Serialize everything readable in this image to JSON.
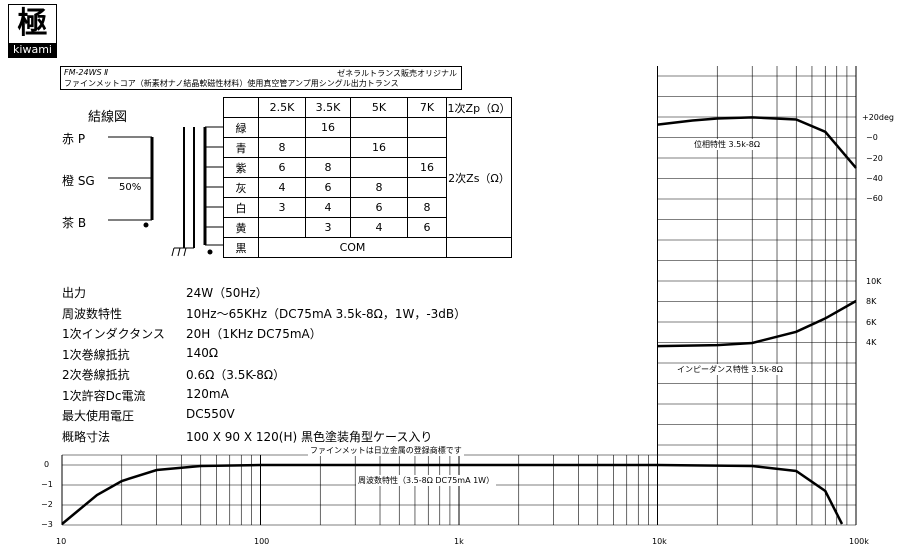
{
  "logo": {
    "kanji": "極",
    "text": "kiwami"
  },
  "header": {
    "model": "FM-24WS Ⅱ",
    "maker": "ゼネラルトランス販売オリジナル",
    "description": "ファインメットコア（新素材ナノ結晶軟磁性材料）使用真空管アンプ用シングル出力トランス"
  },
  "wiring": {
    "title": "結線図",
    "primary_labels": [
      "赤 P",
      "橙 SG",
      "茶 B"
    ],
    "tap": "50%"
  },
  "winding_table": {
    "headers": [
      "",
      "2.5K",
      "3.5K",
      "5K",
      "7K",
      "1次Zp（Ω）"
    ],
    "rows": [
      [
        "緑",
        "",
        "16",
        "",
        ""
      ],
      [
        "青",
        "8",
        "",
        "16",
        ""
      ],
      [
        "紫",
        "6",
        "8",
        "",
        "16"
      ],
      [
        "灰",
        "4",
        "6",
        "8",
        ""
      ],
      [
        "白",
        "3",
        "4",
        "6",
        "8"
      ],
      [
        "黄",
        "",
        "3",
        "4",
        "6"
      ],
      [
        "黒",
        "COM"
      ]
    ],
    "secondary_label": "2次Zs（Ω）"
  },
  "specs": [
    {
      "label": "出力",
      "value": "24W（50Hz）"
    },
    {
      "label": "周波数特性",
      "value": "10Hz～65KHz（DC75mA  3.5k-8Ω，1W，-3dB）"
    },
    {
      "label": "1次インダクタンス",
      "value": "20H（1KHz  DC75mA）"
    },
    {
      "label": "1次巻線抵抗",
      "value": "140Ω"
    },
    {
      "label": "2次巻線抵抗",
      "value": "0.6Ω（3.5K-8Ω）"
    },
    {
      "label": "1次許容Dc電流",
      "value": "120mA"
    },
    {
      "label": "最大使用電圧",
      "value": "DC550V"
    },
    {
      "label": "概略寸法",
      "value": "100 X 90 X 120(H)  黒色塗装角型ケース入り"
    }
  ],
  "trademark": "ファインメットは日立金属の登録商標です",
  "chart_data": [
    {
      "type": "line",
      "title": "周波数特性（3.5-8Ω  DC75mA  1W）",
      "xscale": "log",
      "xlim": [
        10,
        100000
      ],
      "ylim": [
        -3,
        0.3
      ],
      "x_ticks": [
        "10",
        "100",
        "1k",
        "10k",
        "100k"
      ],
      "y_ticks": [
        "0",
        "−1",
        "−2",
        "−3"
      ],
      "series": [
        {
          "x": [
            10,
            12,
            15,
            20,
            30,
            50,
            100,
            1000,
            10000,
            30000,
            50000,
            70000,
            85000
          ],
          "y": [
            -2.95,
            -2.3,
            -1.5,
            -0.8,
            -0.25,
            -0.05,
            0,
            0,
            0,
            -0.05,
            -0.3,
            -1.3,
            -2.95
          ]
        }
      ]
    },
    {
      "type": "line",
      "title": "位相特性  3.5k-8Ω",
      "y_ticks": [
        "+20deg",
        "−0",
        "−20",
        "−40",
        "−60"
      ],
      "series": [
        {
          "x": [
            10000,
            15000,
            20000,
            30000,
            50000,
            70000,
            100000
          ],
          "y": [
            12,
            16,
            18,
            19,
            17,
            5,
            -30
          ]
        }
      ]
    },
    {
      "type": "line",
      "title": "インピーダンス特性  3.5k-8Ω",
      "y_ticks": [
        "10K",
        "8K",
        "6K",
        "4K"
      ],
      "series": [
        {
          "x": [
            10000,
            20000,
            30000,
            50000,
            70000,
            100000
          ],
          "y": [
            3.6,
            3.7,
            3.9,
            5.0,
            6.3,
            8.0
          ]
        }
      ]
    }
  ]
}
